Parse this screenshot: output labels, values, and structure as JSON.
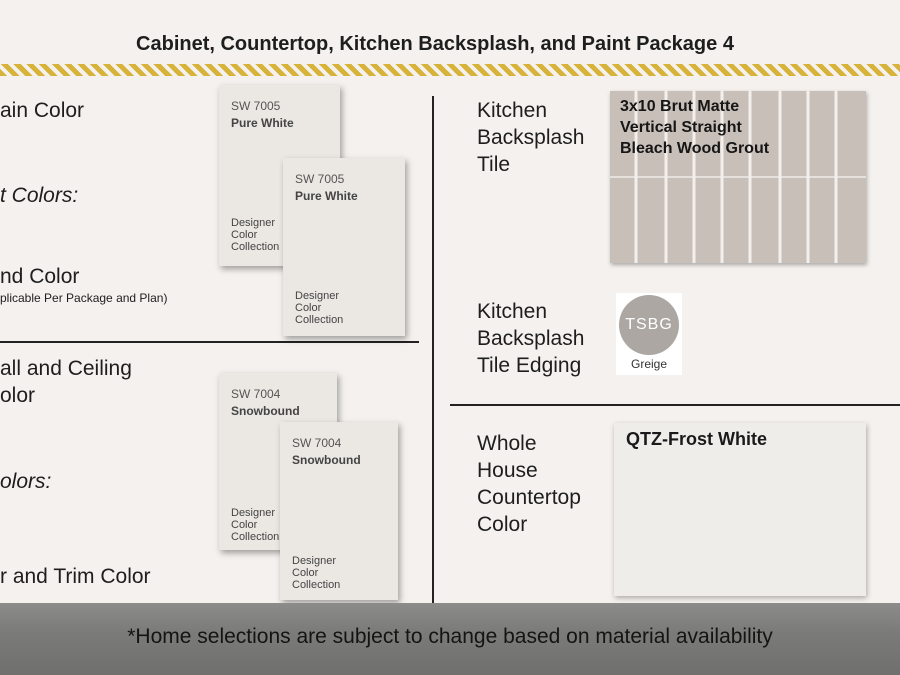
{
  "title": "Cabinet, Countertop, Kitchen Backsplash, and Paint Package 4",
  "left": {
    "cabinet_main_label": "ain Color",
    "cabinet_accent_label": "t Colors:",
    "cabinet_island_label": "nd Color",
    "cabinet_island_note": "plicable Per Package and Plan)",
    "wall_label_line1": "all and Ceiling",
    "wall_label_line2": "olor",
    "wall_accent_label": "olors:",
    "door_trim_label": "r and Trim Color"
  },
  "swatches": [
    {
      "code": "SW 7005",
      "name": "Pure White",
      "collection": [
        "Designer",
        "Color",
        "Collection"
      ]
    },
    {
      "code": "SW 7005",
      "name": "Pure White",
      "collection": [
        "Designer",
        "Color",
        "Collection"
      ]
    },
    {
      "code": "SW 7004",
      "name": "Snowbound",
      "collection": [
        "Designer",
        "Color",
        "Collection"
      ]
    },
    {
      "code": "SW 7004",
      "name": "Snowbound",
      "collection": [
        "Designer",
        "Color",
        "Collection"
      ]
    }
  ],
  "right": {
    "backsplash_label": [
      "Kitchen",
      "Backsplash",
      "Tile"
    ],
    "backsplash_tile": [
      "3x10 Brut Matte",
      "Vertical Straight",
      "Bleach Wood Grout"
    ],
    "edging_label": [
      "Kitchen",
      "Backsplash",
      "Tile Edging"
    ],
    "edging_logo": "TSBG",
    "edging_color": "Greige",
    "countertop_label": [
      "Whole",
      "House",
      "Countertop",
      "Color"
    ],
    "countertop_name": "QTZ-Frost White"
  },
  "footer": "*Home selections are subject to change based on material availability",
  "colors": {
    "stripe": "#d8b33a",
    "background": "#f4f1ee",
    "tile": "#c9bfb9",
    "footer": "#7b7b79"
  }
}
